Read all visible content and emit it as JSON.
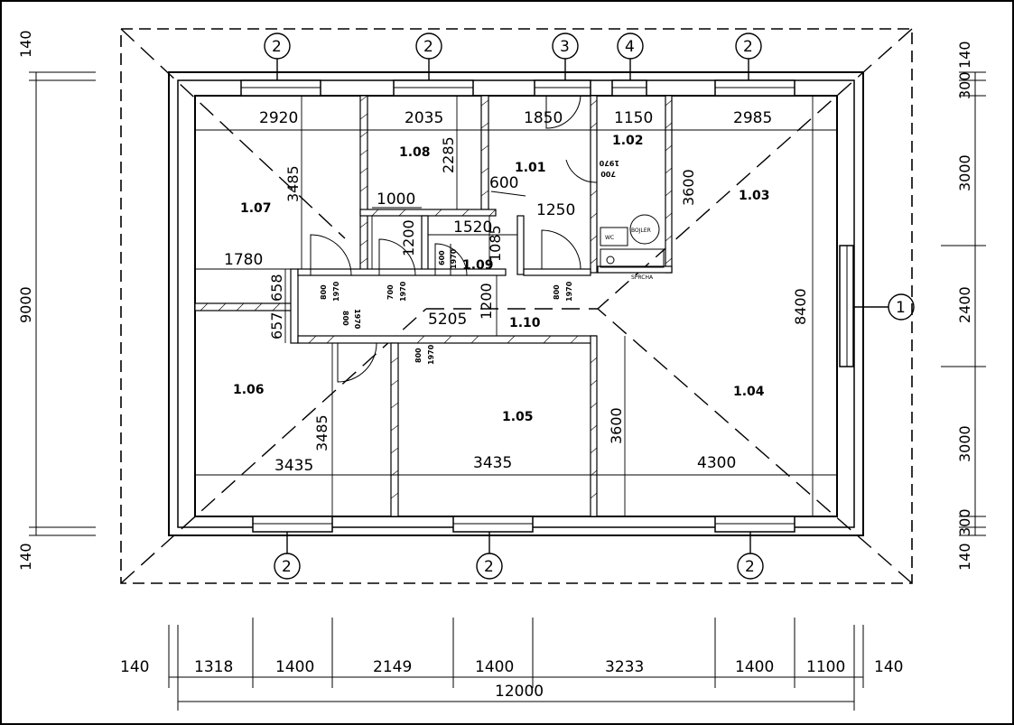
{
  "drawing": {
    "dims_top": [
      "2920",
      "2035",
      "1850",
      "1150",
      "2985"
    ],
    "dims_bottom_inner": [
      "3435",
      "3435",
      "4300"
    ],
    "dims_bottom_outer": [
      "140",
      "1318",
      "1400",
      "2149",
      "1400",
      "3233",
      "1400",
      "1100",
      "140"
    ],
    "dim_total_width": "12000",
    "dims_left": [
      "140",
      "9000",
      "140"
    ],
    "dims_right": [
      "140",
      "300",
      "3000",
      "2400",
      "3000",
      "300",
      "140"
    ],
    "dims_internal": {
      "d3485a": "3485",
      "d2285": "2285",
      "d1000": "1000",
      "d600": "600",
      "d1250": "1250",
      "d1520": "1520",
      "d1085": "1085",
      "d1200a": "1200",
      "d1780": "1780",
      "d658": "658",
      "d657": "657",
      "d5205": "5205",
      "d1200b": "1200",
      "d3485b": "3485",
      "d3600a": "3600",
      "d3600b": "3600",
      "d8400": "8400"
    },
    "rooms": [
      {
        "id": "1.01"
      },
      {
        "id": "1.02"
      },
      {
        "id": "1.03"
      },
      {
        "id": "1.04"
      },
      {
        "id": "1.05"
      },
      {
        "id": "1.06"
      },
      {
        "id": "1.07"
      },
      {
        "id": "1.08"
      },
      {
        "id": "1.09"
      },
      {
        "id": "1.10"
      }
    ],
    "doors": {
      "dw1": "800",
      "dh1": "1970",
      "dw2": "700",
      "dh2": "1970",
      "dw3": "600",
      "dh3": "1970",
      "dw4": "800",
      "dh4": "1970",
      "dw5": "800",
      "dh5": "1970",
      "dw6": "800",
      "dh6": "1970",
      "dw7": "700",
      "dh7": "1970"
    },
    "window_marks_top": [
      "2",
      "2",
      "3",
      "4",
      "2"
    ],
    "window_marks_bottom": [
      "2",
      "2",
      "2"
    ],
    "door_mark_right": "1",
    "fixtures": {
      "boiler": "BOJLER",
      "wc": "WC",
      "shower": "SPRCHA"
    }
  }
}
